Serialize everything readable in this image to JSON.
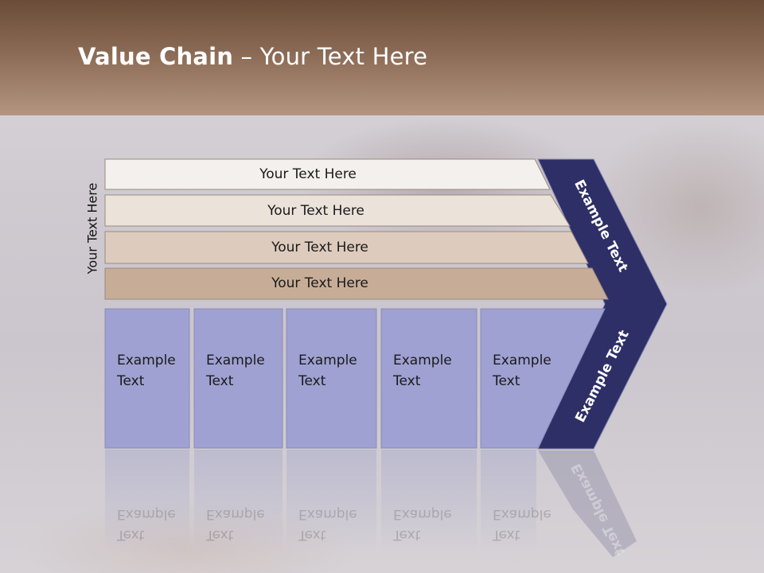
{
  "slide": {
    "title_bold": "Value Chain",
    "title_rest": " – Your Text Here",
    "side_label": "Your Text Here"
  },
  "bars": [
    {
      "label": "Your Text Here",
      "color": "#f4f0ed"
    },
    {
      "label": "Your Text Here",
      "color": "#ebe2da"
    },
    {
      "label": "Your Text Here",
      "color": "#ddcbbd"
    },
    {
      "label": "Your Text Here",
      "color": "#c7ad98"
    }
  ],
  "boxes": [
    {
      "line1": "Example",
      "line2": "Text"
    },
    {
      "line1": "Example",
      "line2": "Text"
    },
    {
      "line1": "Example",
      "line2": "Text"
    },
    {
      "line1": "Example",
      "line2": "Text"
    },
    {
      "line1": "Example",
      "line2": "Text"
    }
  ],
  "chevron": {
    "upper_text": "Example Text",
    "lower_text": "Example Text",
    "color": "#2e2f66"
  },
  "colors": {
    "box": "#9fa1d2",
    "box_border": "#8a8cb8"
  }
}
